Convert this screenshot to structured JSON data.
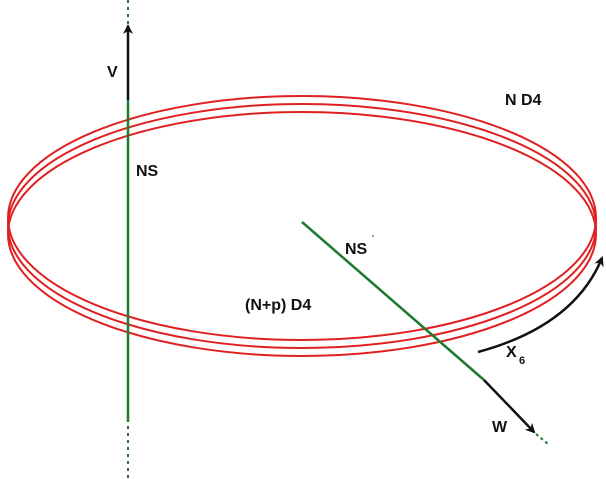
{
  "labels": {
    "v": "V",
    "ns": "NS",
    "n_d4": "N D4",
    "ns_prime": "NS",
    "ns_prime_mark": "'",
    "np_d4": "(N+p) D4",
    "x6": "X",
    "x6_sub": "6",
    "w": "W"
  },
  "colors": {
    "ring": "#e02020",
    "brane": "#1f7a2e",
    "arrow": "#111111"
  }
}
